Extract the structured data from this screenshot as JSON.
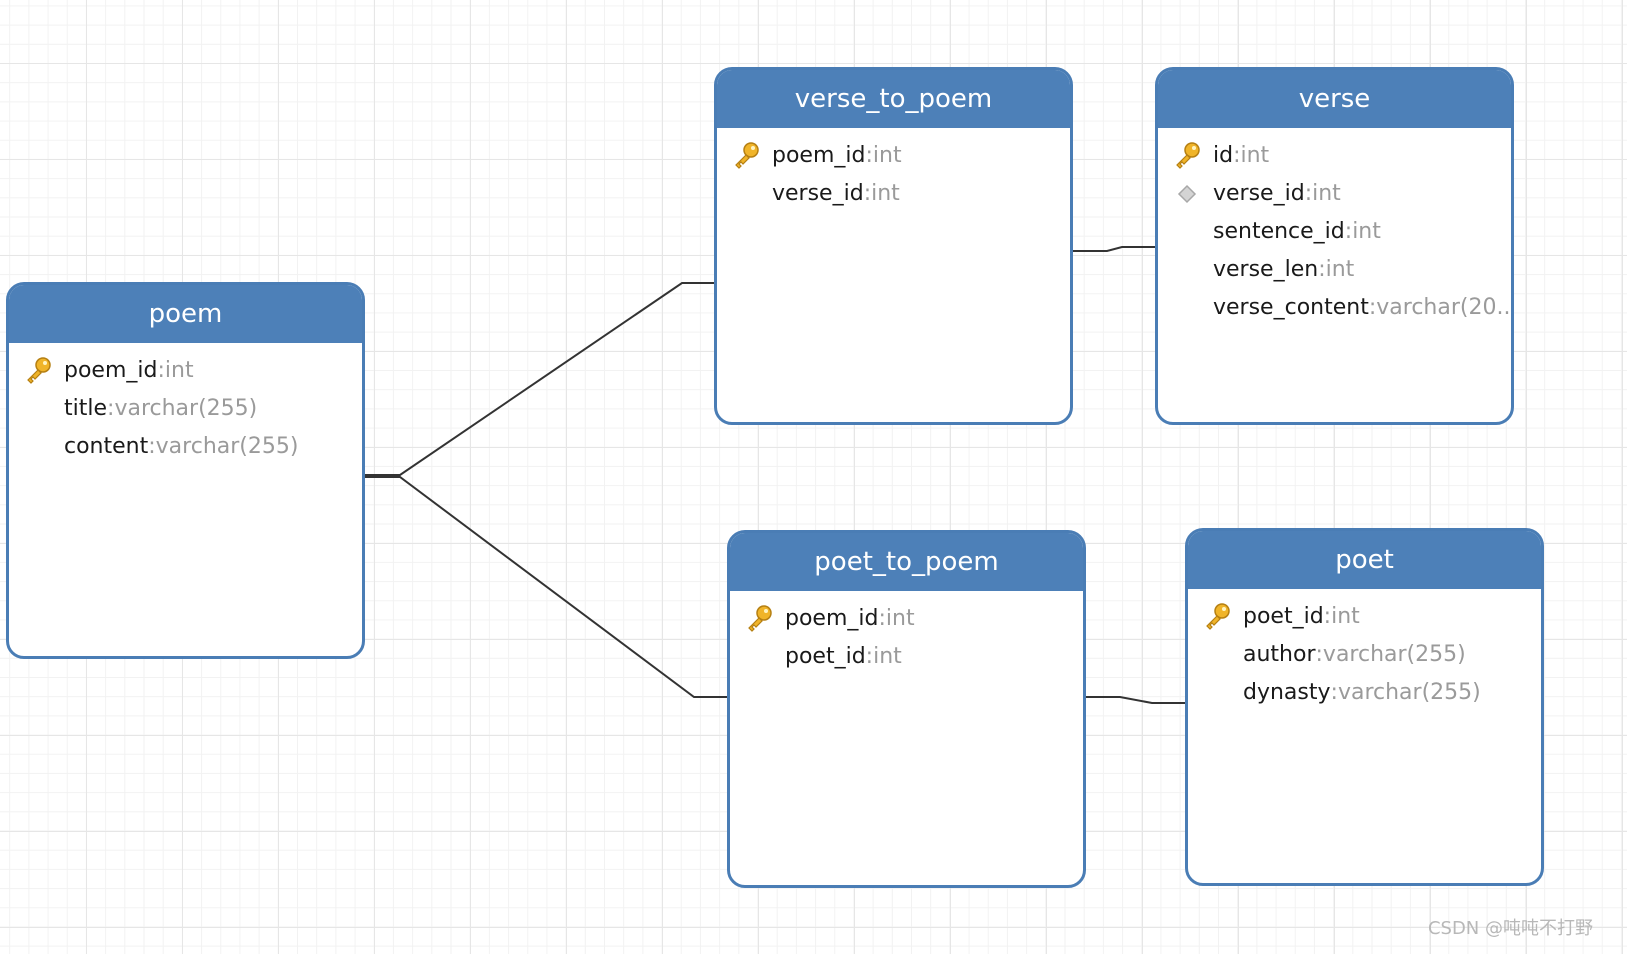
{
  "diagram": {
    "tables": [
      {
        "id": "poem",
        "name": "poem",
        "fields": [
          {
            "name": "poem_id",
            "type": "int",
            "icon": "key-icon"
          },
          {
            "name": "title",
            "type": "varchar(255)",
            "icon": ""
          },
          {
            "name": "content",
            "type": "varchar(255)",
            "icon": ""
          }
        ]
      },
      {
        "id": "verse_to_poem",
        "name": "verse_to_poem",
        "fields": [
          {
            "name": "poem_id",
            "type": "int",
            "icon": "key-icon"
          },
          {
            "name": "verse_id",
            "type": "int",
            "icon": ""
          }
        ]
      },
      {
        "id": "verse",
        "name": "verse",
        "fields": [
          {
            "name": "id",
            "type": "int",
            "icon": "key-icon"
          },
          {
            "name": "verse_id",
            "type": "int",
            "icon": "index-diamond-icon"
          },
          {
            "name": "sentence_id",
            "type": "int",
            "icon": ""
          },
          {
            "name": "verse_len",
            "type": "int",
            "icon": ""
          },
          {
            "name": "verse_content",
            "type": "varchar(20...",
            "icon": ""
          }
        ]
      },
      {
        "id": "poet_to_poem",
        "name": "poet_to_poem",
        "fields": [
          {
            "name": "poem_id",
            "type": "int",
            "icon": "key-icon"
          },
          {
            "name": "poet_id",
            "type": "int",
            "icon": ""
          }
        ]
      },
      {
        "id": "poet",
        "name": "poet",
        "fields": [
          {
            "name": "poet_id",
            "type": "int",
            "icon": "key-icon"
          },
          {
            "name": "author",
            "type": "varchar(255)",
            "icon": ""
          },
          {
            "name": "dynasty",
            "type": "varchar(255)",
            "icon": ""
          }
        ]
      }
    ],
    "relations": [
      {
        "from": "poem",
        "to": "verse_to_poem"
      },
      {
        "from": "poem",
        "to": "poet_to_poem"
      },
      {
        "from": "verse_to_poem",
        "to": "verse"
      },
      {
        "from": "poet_to_poem",
        "to": "poet"
      }
    ],
    "field_separator": ": ",
    "colors": {
      "header": "#4d80b8",
      "border": "#4a7db5",
      "field_name": "#1a1a1a",
      "field_type": "#9a9a9a",
      "connector": "#333333",
      "key_icon": "#f0b429"
    }
  },
  "watermark": "CSDN @吨吨不打野"
}
